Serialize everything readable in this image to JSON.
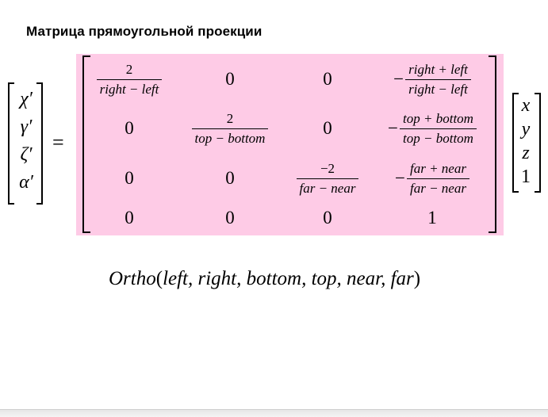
{
  "slide": {
    "title": "Матрица прямоугольной проекции"
  },
  "lhs": {
    "entries": [
      "χ′",
      "γ′",
      "ζ′",
      "α′"
    ],
    "equals": "="
  },
  "matrix": {
    "highlight_color": "#fecbe6",
    "rows": [
      [
        {
          "type": "frac",
          "num": "2",
          "den": "right − left"
        },
        {
          "type": "text",
          "text": "0"
        },
        {
          "type": "text",
          "text": "0"
        },
        {
          "type": "negfrac",
          "sign": "−",
          "num": "right + left",
          "den": "right − left"
        }
      ],
      [
        {
          "type": "text",
          "text": "0"
        },
        {
          "type": "frac",
          "num": "2",
          "den": "top − bottom"
        },
        {
          "type": "text",
          "text": "0"
        },
        {
          "type": "negfrac",
          "sign": "−",
          "num": "top + bottom",
          "den": "top − bottom"
        }
      ],
      [
        {
          "type": "text",
          "text": "0"
        },
        {
          "type": "text",
          "text": "0"
        },
        {
          "type": "frac",
          "num": "−2",
          "den": "far − near"
        },
        {
          "type": "negfrac",
          "sign": "−",
          "num": "far + near",
          "den": "far − near"
        }
      ],
      [
        {
          "type": "text",
          "text": "0"
        },
        {
          "type": "text",
          "text": "0"
        },
        {
          "type": "text",
          "text": "0"
        },
        {
          "type": "text",
          "text": "1"
        }
      ]
    ]
  },
  "rhs": {
    "entries": [
      "x",
      "y",
      "z",
      "1"
    ]
  },
  "formula": {
    "name": "Ortho",
    "open": "(",
    "args": "left, right, bottom, top, near, far",
    "close": ")"
  }
}
